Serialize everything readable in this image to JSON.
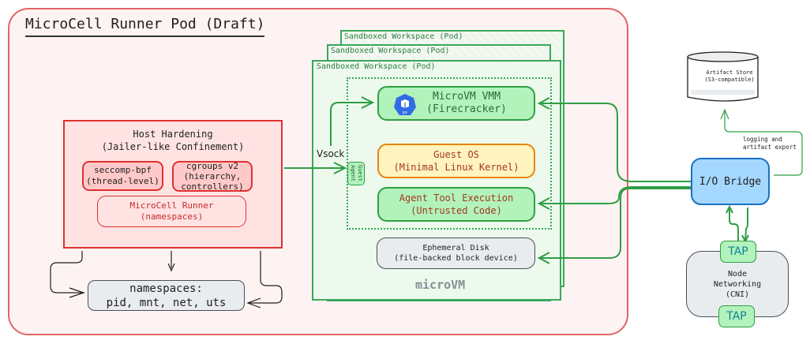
{
  "title": "MicroCell Runner Pod (Draft)",
  "workspace_label": "Sandboxed Workspace (Pod)",
  "microvm": {
    "vmm_line1": "MicroVM VMM",
    "vmm_line2": "(Firecracker)",
    "guest_os_line1": "Guest OS",
    "guest_os_line2": "(Minimal Linux Kernel)",
    "agent_exec_line1": "Agent Tool Execution",
    "agent_exec_line2": "(Untrusted Code)",
    "disk_line1": "Ephemeral Disk",
    "disk_line2": "(file-backed block device)",
    "label": "microVM",
    "guest_agent": "Guest Agent",
    "vsock": "Vsock",
    "vmm_icon": "kubernetes-pv-icon"
  },
  "host": {
    "title_line1": "Host Hardening",
    "title_line2": "(Jailer-like Confinement)",
    "seccomp_line1": "seccomp-bpf",
    "seccomp_line2": "(thread-level)",
    "cgroups_line1": "cgroups v2",
    "cgroups_line2": "(hierarchy,",
    "cgroups_line3": "controllers)",
    "runner_line1": "MicroCell Runner",
    "runner_line2": "(namespaces)"
  },
  "namespaces": {
    "line1": "namespaces:",
    "line2": "pid, mnt, net, uts"
  },
  "external": {
    "artifact_line1": "Artifact Store",
    "artifact_line2": "(S3-compatible)",
    "export_label": "logging and\nartifact export",
    "bridge": "I/O Bridge",
    "cni_line1": "Node",
    "cni_line2": "Networking",
    "cni_line3": "(CNI)",
    "tap": "TAP"
  },
  "colors": {
    "pod_border": "#e06666",
    "workspace_green": "#3aa75d",
    "host_red": "#e03131",
    "bridge_blue": "#1971c2"
  }
}
